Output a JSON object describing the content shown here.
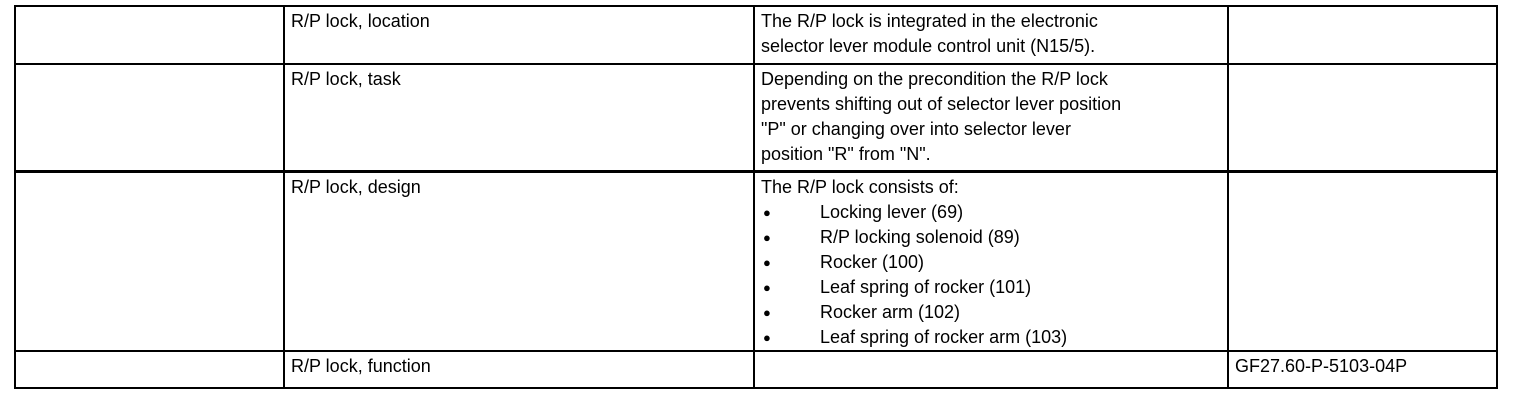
{
  "colors": {
    "background": "#ffffff",
    "border": "#000000",
    "text": "#000000"
  },
  "doc": {
    "bullet_glyph": "●",
    "rows": [
      {
        "label": "R/P lock, location",
        "lines": [
          "The R/P lock is integrated in the electronic",
          "selector lever module control unit (N15/5)."
        ],
        "code": ""
      },
      {
        "label": "R/P lock, task",
        "lines": [
          "Depending on the precondition the R/P lock",
          "prevents shifting out of selector lever position",
          "\"P\" or changing over into selector lever",
          "position \"R\" from \"N\"."
        ],
        "code": ""
      },
      {
        "label": "R/P lock, design",
        "lines": [
          "The R/P lock consists of:"
        ],
        "bullets": [
          "Locking lever (69)",
          "R/P locking solenoid (89)",
          "Rocker (100)",
          "Leaf spring of rocker (101)",
          "Rocker arm (102)",
          "Leaf spring of rocker arm (103)"
        ],
        "code": ""
      },
      {
        "label": "R/P lock, function",
        "lines": [],
        "code": "GF27.60-P-5103-04P"
      }
    ]
  }
}
